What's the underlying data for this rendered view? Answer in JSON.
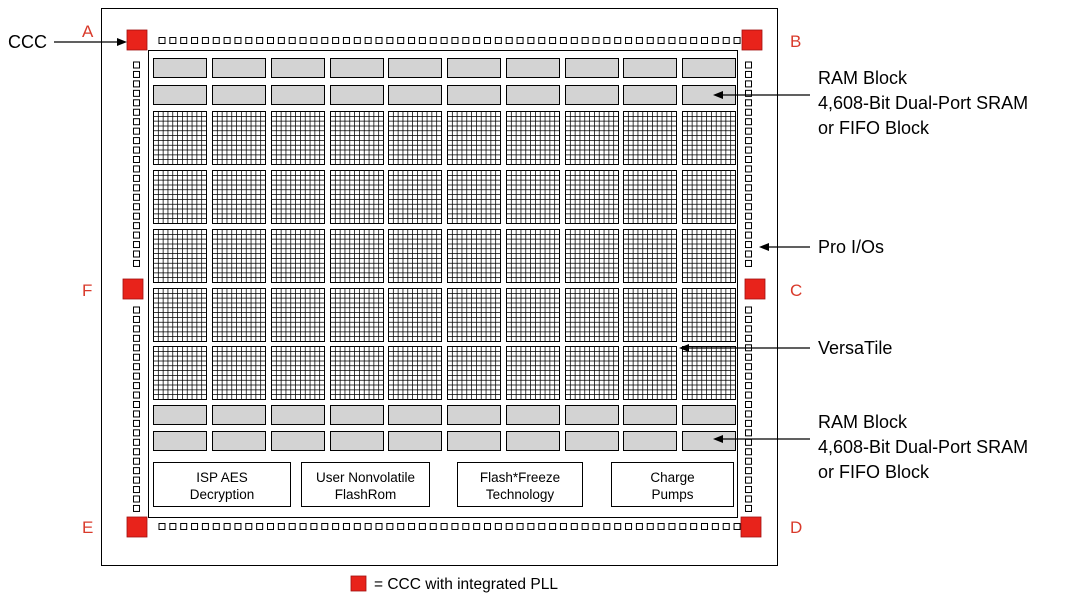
{
  "corners": {
    "a": "A",
    "b": "B",
    "c": "C",
    "d": "D",
    "e": "E",
    "f": "F"
  },
  "ccc_label": "CCC",
  "callouts": {
    "ram_top": [
      "RAM Block",
      "4,608-Bit Dual-Port SRAM",
      "or FIFO Block"
    ],
    "pro_ios": "Pro I/Os",
    "versatile": "VersaTile",
    "ram_bottom": [
      "RAM Block",
      "4,608-Bit Dual-Port SRAM",
      "or FIFO Block"
    ]
  },
  "function_blocks": [
    [
      "ISP AES",
      "Decryption"
    ],
    [
      "User Nonvolatile",
      "FlashRom"
    ],
    [
      "Flash*Freeze",
      "Technology"
    ],
    [
      "Charge",
      "Pumps"
    ]
  ],
  "legend": {
    "text": "= CCC with integrated PLL"
  },
  "colors": {
    "ccc": "#e8231b",
    "ram": "#d3d3d3",
    "label": "#d93a2b",
    "line": "#000000"
  }
}
